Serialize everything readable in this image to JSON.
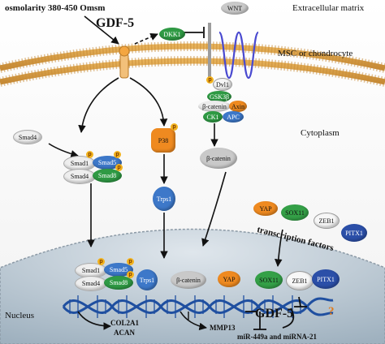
{
  "regions": {
    "extracellular": "Extracellular matrix",
    "msc": "MSC or chondrocyte",
    "cytoplasm": "Cytoplasm",
    "nucleus": "Nucleus"
  },
  "stimulus": "osmolarity 380-450 Omsm",
  "ligand": "GDF-5",
  "wnt": "WNT",
  "dkk1": "DKK1",
  "dvl1": "Dvl1",
  "p_mark": "p",
  "destruction_complex": {
    "gsk3b": "GSK3β",
    "beta_catenin": "β-catenin",
    "axin": "Axin",
    "ck1": "CK1",
    "apc": "APC"
  },
  "beta_catenin_cyto": "β-catenin",
  "smad4_free": "Smad4",
  "smad_complex": {
    "smad1": "Smad1",
    "smad5": "Smad5",
    "smad4": "Smad4",
    "smad8": "Smad8"
  },
  "p38": "P38",
  "trps1": "Trps1",
  "tf": {
    "yap": "YAP",
    "sox11": "SOX11",
    "zeb1": "ZEB1",
    "pitx1": "PITX1",
    "label": "transcription factors"
  },
  "nuclear": {
    "smad1": "Smad1",
    "smad5": "Smad5",
    "smad4": "Smad4",
    "smad8": "Smad8",
    "trps1": "Trps1",
    "beta_catenin": "β-catenin",
    "yap": "YAP",
    "sox11": "SOX11",
    "zeb1": "ZEB1",
    "pitx1": "PITX1"
  },
  "genes": {
    "col2a1": "COL2A1",
    "acan": "ACAN",
    "mmp13": "MMP13",
    "gdf5": "GDF-5",
    "mirna": "miR-449a and miRNA-21"
  },
  "question_mark": "?",
  "colors": {
    "membrane": "#d9a24a",
    "nucleus_fill": "#b9c7d2",
    "dna": "#1f4fa0",
    "smad_blue": "#3d78c9",
    "smad_green": "#2f9a44",
    "orange": "#f08a24",
    "grey": "#c9c9c9",
    "pitx": "#2b4fa8",
    "yap": "#ef8a20",
    "sox": "#34a047"
  }
}
